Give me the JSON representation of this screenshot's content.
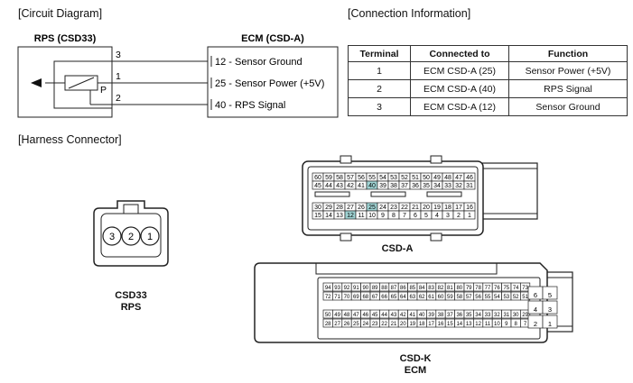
{
  "circuit": {
    "heading": "[Circuit Diagram]",
    "sensor_label": "RPS (CSD33)",
    "ecm_label": "ECM (CSD-A)",
    "sensor_pins": [
      "3",
      "1",
      "2"
    ],
    "element_label": "P",
    "ecm_pins": [
      "12 - Sensor Ground",
      "25 - Sensor Power (+5V)",
      "40 - RPS Signal"
    ]
  },
  "connection": {
    "heading": "[Connection Information]",
    "headers": [
      "Terminal",
      "Connected to",
      "Function"
    ],
    "rows": [
      [
        "1",
        "ECM CSD-A (25)",
        "Sensor Power (+5V)"
      ],
      [
        "2",
        "ECM CSD-A (40)",
        "RPS Signal"
      ],
      [
        "3",
        "ECM CSD-A (12)",
        "Sensor Ground"
      ]
    ]
  },
  "harness": {
    "heading": "[Harness Connector]",
    "csd33": {
      "pins": [
        "3",
        "2",
        "1"
      ],
      "name": "CSD33",
      "sub": "RPS"
    },
    "csda": {
      "name": "CSD-A",
      "row1": [
        "60",
        "59",
        "58",
        "57",
        "56",
        "55",
        "54",
        "53",
        "52",
        "51",
        "50",
        "49",
        "48",
        "47",
        "46"
      ],
      "row2": [
        "45",
        "44",
        "43",
        "42",
        "41",
        "40",
        "39",
        "38",
        "37",
        "36",
        "35",
        "34",
        "33",
        "32",
        "31"
      ],
      "row3": [
        "30",
        "29",
        "28",
        "27",
        "26",
        "25",
        "24",
        "23",
        "22",
        "21",
        "20",
        "19",
        "18",
        "17",
        "16"
      ],
      "row4": [
        "15",
        "14",
        "13",
        "12",
        "11",
        "10",
        "9",
        "8",
        "7",
        "6",
        "5",
        "4",
        "3",
        "2",
        "1"
      ],
      "highlight": [
        "40",
        "25",
        "12"
      ]
    },
    "csdk": {
      "name": "CSD-K",
      "sub": "ECM",
      "row1": [
        "94",
        "93",
        "92",
        "91",
        "90",
        "89",
        "88",
        "87",
        "86",
        "85",
        "84",
        "83",
        "82",
        "81",
        "80",
        "79",
        "78",
        "77",
        "76",
        "75",
        "74",
        "73"
      ],
      "row2": [
        "72",
        "71",
        "70",
        "69",
        "68",
        "67",
        "66",
        "65",
        "64",
        "63",
        "62",
        "61",
        "60",
        "59",
        "58",
        "57",
        "56",
        "55",
        "54",
        "53",
        "52",
        "51"
      ],
      "row3": [
        "50",
        "49",
        "48",
        "47",
        "46",
        "45",
        "44",
        "43",
        "42",
        "41",
        "40",
        "39",
        "38",
        "37",
        "36",
        "35",
        "34",
        "33",
        "32",
        "31",
        "30",
        "29"
      ],
      "row4": [
        "28",
        "27",
        "26",
        "25",
        "24",
        "23",
        "22",
        "21",
        "20",
        "19",
        "18",
        "17",
        "16",
        "15",
        "14",
        "13",
        "12",
        "11",
        "10",
        "9",
        "8",
        "7"
      ],
      "side": [
        [
          "6",
          "5"
        ],
        [
          "4",
          "3"
        ],
        [
          "2",
          "1"
        ]
      ]
    },
    "highlight_color": "#9fd3d3"
  }
}
